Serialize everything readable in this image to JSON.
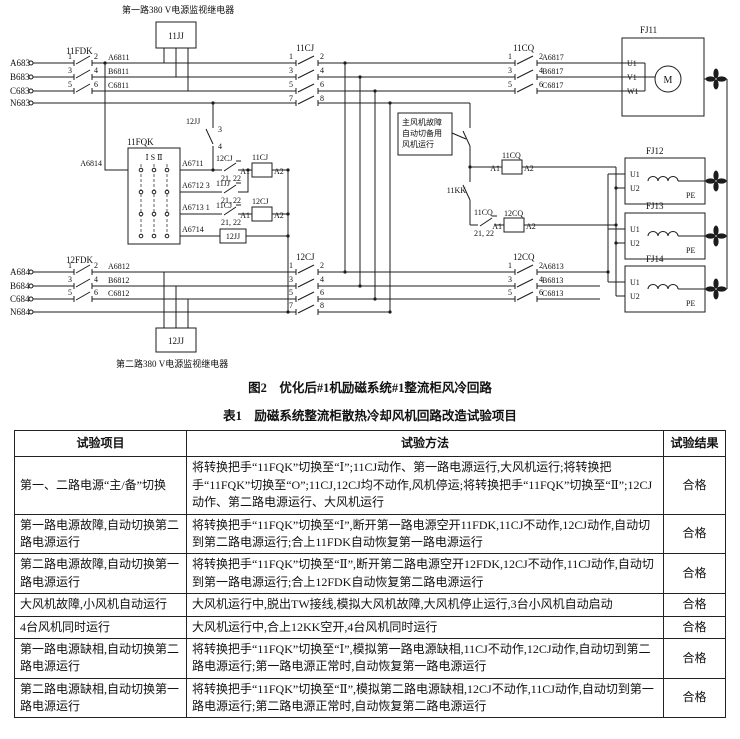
{
  "figure": {
    "caption": "图2　优化后#1机励磁系统#1整流柜风冷回路",
    "relay1": "第一路380 V电源监视继电器",
    "relay2": "第二路380 V电源监视继电器",
    "note": [
      "主风机故障",
      "自动切备用",
      "风机运行"
    ],
    "labels": {
      "fdk11": "11FDK",
      "fdk12": "12FDK",
      "jj11": "11JJ",
      "jj12": "12JJ",
      "cj11": "11CJ",
      "cj12": "12CJ",
      "cq11": "11CQ",
      "cq12": "12CQ",
      "kk11": "11KK",
      "fqk11": "11FQK",
      "sw_positions": "Ⅰ S Ⅱ",
      "fj11": "FJ11",
      "fj12": "FJ12",
      "fj13": "FJ13",
      "fj14": "FJ14",
      "a683": "A683",
      "b683": "B683",
      "c683": "C683",
      "n683": "N683",
      "a684": "A684",
      "b684": "B684",
      "c684": "C684",
      "n684": "N684",
      "a6811": "A6811",
      "b6811": "B6811",
      "c6811": "C6811",
      "a6812": "A6812",
      "b6812": "B6812",
      "c6812": "C6812",
      "a6813": "A6813",
      "b6813": "B6813",
      "c6813": "C6813",
      "a6817": "A6817",
      "b6817": "B6817",
      "c6817": "C6817",
      "a6814": "A6814",
      "a6711": "A6711",
      "a6712": "A6712 3",
      "a6713": "A6713 1",
      "a6714": "A6714",
      "m": "M",
      "u1": "U1",
      "v1": "V1",
      "w1": "W1",
      "u2": "U2",
      "pe": "PE"
    },
    "pins": {
      "p1": "1",
      "p2": "2",
      "p3": "3",
      "p4": "4",
      "p5": "5",
      "p6": "6",
      "p7": "7",
      "p8": "8",
      "p2122": "21, 22",
      "a1": "A1",
      "a2": "A2"
    }
  },
  "table": {
    "caption": "表1　励磁系统整流柜散热冷却风机回路改造试验项目",
    "headers": [
      "试验项目",
      "试验方法",
      "试验结果"
    ],
    "rows": [
      {
        "item": "第一、二路电源“主/备”切换",
        "method": "将转换把手“11FQK”切换至“Ⅰ”;11CJ动作、第一路电源运行,大风机运行;将转换把手“11FQK”切换至“O”;11CJ,12CJ均不动作,风机停运;将转换把手“11FQK”切换至“Ⅱ”;12CJ动作、第二路电源运行、大风机运行",
        "result": "合格"
      },
      {
        "item": "第一路电源故障,自动切换第二路电源运行",
        "method": "将转换把手“11FQK”切换至“Ⅰ”,断开第一路电源空开11FDK,11CJ不动作,12CJ动作,自动切到第二路电源运行;合上11FDK自动恢复第一路电源运行",
        "result": "合格"
      },
      {
        "item": "第二路电源故障,自动切换第一路电源运行",
        "method": "将转换把手“11FQK”切换至“Ⅱ”,断开第二路电源空开12FDK,12CJ不动作,11CJ动作,自动切到第一路电源运行;合上12FDK自动恢复第二路电源运行",
        "result": "合格"
      },
      {
        "item": "大风机故障,小风机自动运行",
        "method": "大风机运行中,脱出TW接线,模拟大风机故障,大风机停止运行,3台小风机自动启动",
        "result": "合格"
      },
      {
        "item": "4台风机同时运行",
        "method": "大风机运行中,合上12KK空开,4台风机同时运行",
        "result": "合格"
      },
      {
        "item": "第一路电源缺相,自动切换第二路电源运行",
        "method": "将转换把手“11FQK”切换至“Ⅰ”,模拟第一路电源缺相,11CJ不动作,12CJ动作,自动切到第二路电源运行;第一路电源正常时,自动恢复第一路电源运行",
        "result": "合格"
      },
      {
        "item": "第二路电源缺相,自动切换第一路电源运行",
        "method": "将转换把手“11FQK”切换至“Ⅱ”,模拟第二路电源缺相,12CJ不动作,11CJ动作,自动切到第一路电源运行;第二路电源正常时,自动恢复第二路电源运行",
        "result": "合格"
      }
    ]
  }
}
